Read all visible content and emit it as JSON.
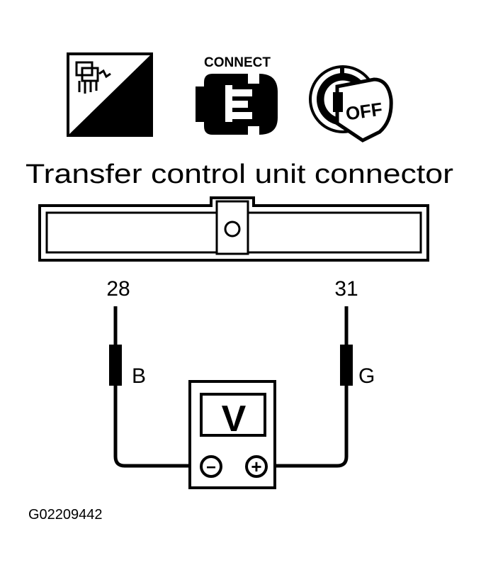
{
  "icons": {
    "hs": {
      "name": "harness-sensor-icon",
      "label": "H.S."
    },
    "connect": {
      "name": "connect-icon",
      "label": "CONNECT"
    },
    "ignition": {
      "name": "ignition-key-icon",
      "label": "OFF"
    }
  },
  "title": "Transfer control unit connector",
  "terminals": [
    {
      "number": "28",
      "wire_color": "B"
    },
    {
      "number": "31",
      "wire_color": "G"
    }
  ],
  "meter": {
    "display": "V",
    "neg_symbol": "−",
    "pos_symbol": "+"
  },
  "figure_code": "G02209442"
}
